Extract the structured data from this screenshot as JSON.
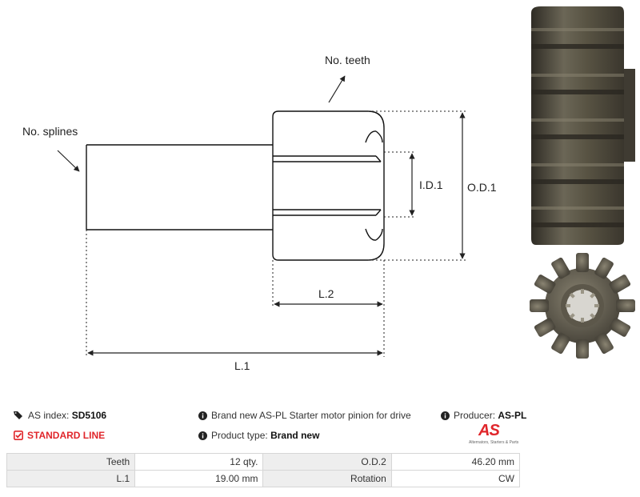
{
  "drawing": {
    "labels": {
      "no_teeth": "No. teeth",
      "no_splines": "No. splines",
      "id1": "I.D.1",
      "od1": "O.D.1",
      "l2": "L.2",
      "l1": "L.1"
    }
  },
  "info": {
    "as_index_label": "AS index:",
    "as_index_value": "SD5106",
    "description": "Brand new AS-PL Starter motor pinion for drive",
    "producer_label": "Producer:",
    "producer_value": "AS-PL",
    "line": "STANDARD LINE",
    "product_type_label": "Product type:",
    "product_type_value": "Brand new"
  },
  "logo": {
    "mark": "AS",
    "tagline": "Alternators, Starters & Parts"
  },
  "specs": [
    {
      "k1": "Teeth",
      "v1": "12 qty.",
      "k2": "O.D.2",
      "v2": "46.20 mm"
    },
    {
      "k1": "L.1",
      "v1": "19.00 mm",
      "k2": "Rotation",
      "v2": "CW"
    }
  ],
  "colors": {
    "accent": "#e0262b",
    "metal_dark": "#4a463c",
    "metal_mid": "#6b6656"
  }
}
